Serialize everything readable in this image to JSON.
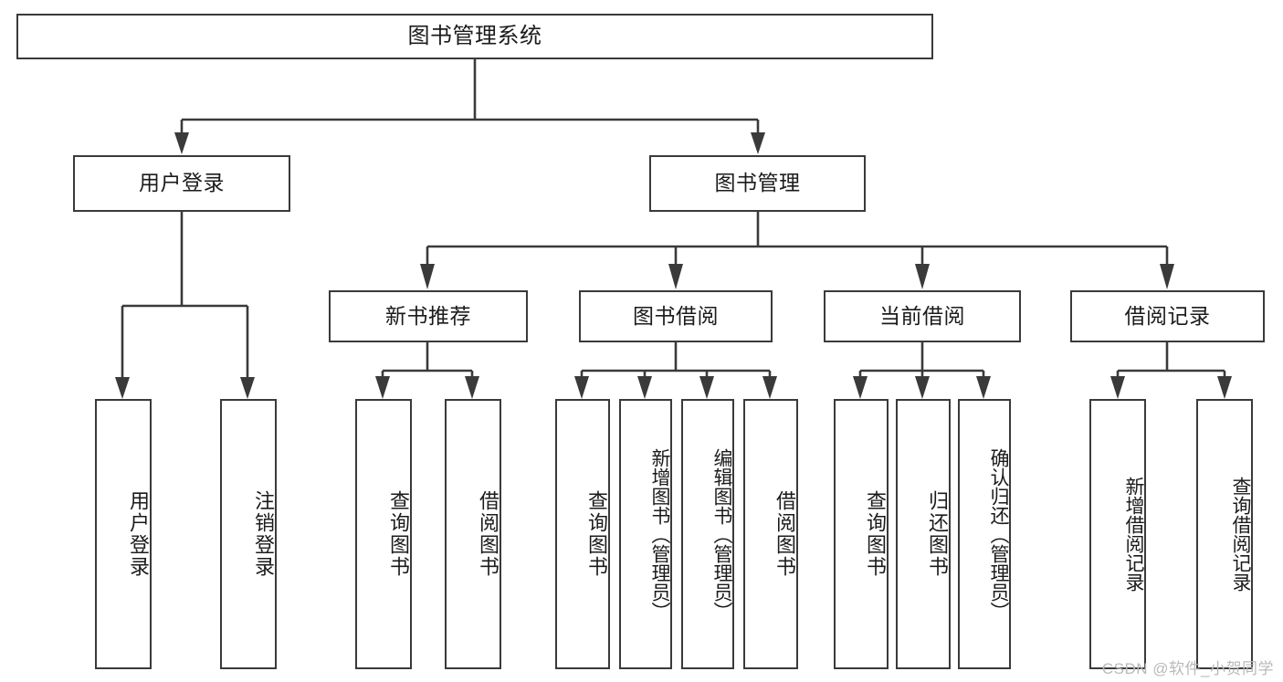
{
  "diagram": {
    "title": "图书管理系统",
    "type": "hierarchy-tree",
    "watermark": "CSDN @软件_小贺同学",
    "colors": {
      "stroke": "#3a3a3a",
      "background": "#ffffff",
      "text": "#1b1b1b",
      "watermark": "#b9b9b9"
    },
    "levels": {
      "root": {
        "label": "图书管理系统"
      },
      "level2": [
        {
          "label": "用户登录"
        },
        {
          "label": "图书管理"
        }
      ],
      "level3": [
        {
          "label": "新书推荐"
        },
        {
          "label": "图书借阅"
        },
        {
          "label": "当前借阅"
        },
        {
          "label": "借阅记录"
        }
      ],
      "leaves": {
        "user_login": [
          {
            "label": "用户登录"
          },
          {
            "label": "注销登录"
          }
        ],
        "new_book_recommend": [
          {
            "label": "查询图书"
          },
          {
            "label": "借阅图书"
          }
        ],
        "book_borrow": [
          {
            "label": "查询图书"
          },
          {
            "label": "新增图书（管理员）"
          },
          {
            "label": "编辑图书（管理员）"
          },
          {
            "label": "借阅图书"
          }
        ],
        "current_borrow": [
          {
            "label": "查询图书"
          },
          {
            "label": "归还图书"
          },
          {
            "label": "确认归还（管理员）"
          }
        ],
        "borrow_record": [
          {
            "label": "新增借阅记录"
          },
          {
            "label": "查询借阅记录"
          }
        ]
      }
    }
  }
}
